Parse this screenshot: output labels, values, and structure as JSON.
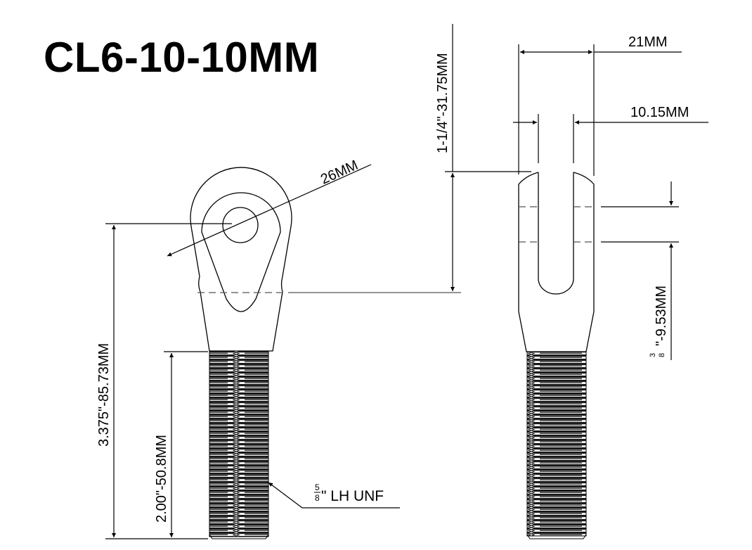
{
  "title": "CL6-10-10MM",
  "dimensions": {
    "eye_outer_diameter": "26MM",
    "overall_length": "3.375\"-85.73MM",
    "thread_length": "2.00\"-50.8MM",
    "thread_spec_fraction_num": "5",
    "thread_spec_fraction_den": "8",
    "thread_spec_suffix": "\" LH UNF",
    "clevis_depth": "1-1/4\"-31.75MM",
    "clevis_width": "21MM",
    "slot_width": "10.15MM",
    "pin_hole_fraction_num": "3",
    "pin_hole_fraction_den": "8",
    "pin_hole_suffix": "\"-9.53MM"
  },
  "colors": {
    "line": "#000000",
    "hidden_line": "#555555",
    "background": "#ffffff"
  }
}
